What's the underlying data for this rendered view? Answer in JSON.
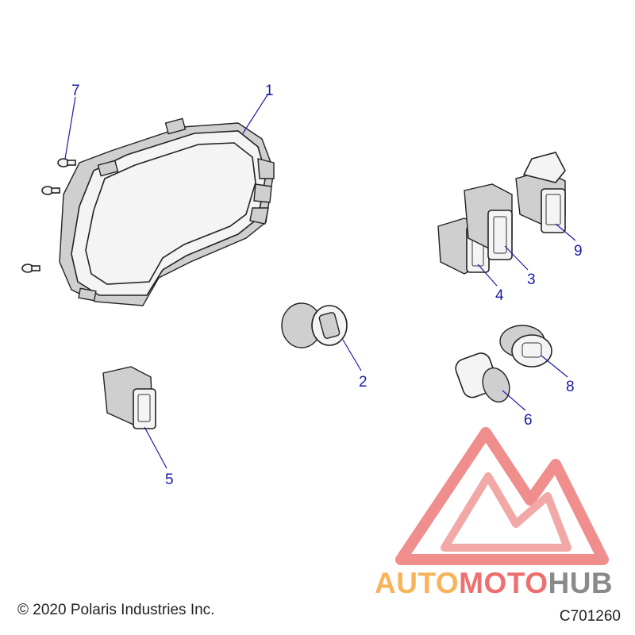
{
  "callouts": [
    "1",
    "2",
    "3",
    "4",
    "5",
    "6",
    "7",
    "8",
    "9"
  ],
  "footer": {
    "copyright": "© 2020 Polaris Industries Inc.",
    "drawing_number": "C701260"
  },
  "watermark": {
    "part_a": "AUTO",
    "part_b": "MOTO",
    "part_c": "HUB",
    "colors": {
      "orange": "#f7b45a",
      "red": "#ee6f6f",
      "gray": "#8a8a8a"
    }
  },
  "colors": {
    "callout": "#1a1aa8",
    "line": "#222222"
  }
}
